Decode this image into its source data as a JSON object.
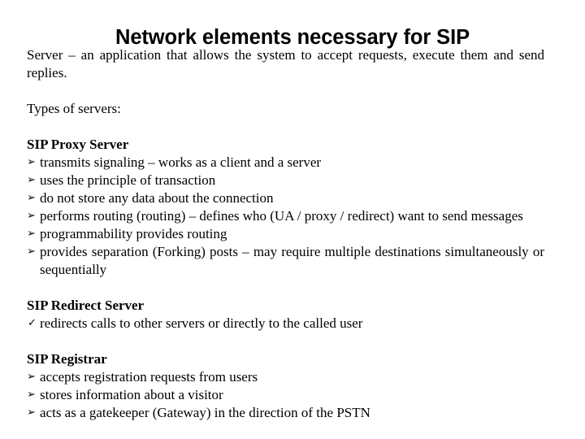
{
  "slide": {
    "title": "Network elements necessary for SIP",
    "background_color": "#ffffff",
    "text_color": "#000000",
    "intro": "Server – an application that allows the system to accept requests, execute them and send replies.",
    "types_label": "Types of servers:",
    "sections": [
      {
        "heading": "SIP Proxy Server",
        "bullet_glyph": "➢",
        "bullet_name": "arrowhead-bullet",
        "items": [
          "transmits signaling – works as a client and a server",
          "uses the principle of transaction",
          "do not store any data about the connection",
          "performs routing (routing) – defines who (UA / proxy / redirect) want to send messages",
          "programmability provides routing",
          "provides separation (Forking) posts – may require multiple destinations simultaneously or sequentially"
        ]
      },
      {
        "heading": "SIP Redirect Server",
        "bullet_glyph": "✓",
        "bullet_name": "check-bullet",
        "items": [
          "redirects calls to other servers or directly to the called user"
        ]
      },
      {
        "heading": "SIP Registrar",
        "bullet_glyph": "➢",
        "bullet_name": "arrowhead-bullet",
        "items": [
          "accepts registration requests from users",
          "stores information about a visitor",
          "acts as a gatekeeper (Gateway) in the direction of the PSTN"
        ]
      }
    ]
  }
}
